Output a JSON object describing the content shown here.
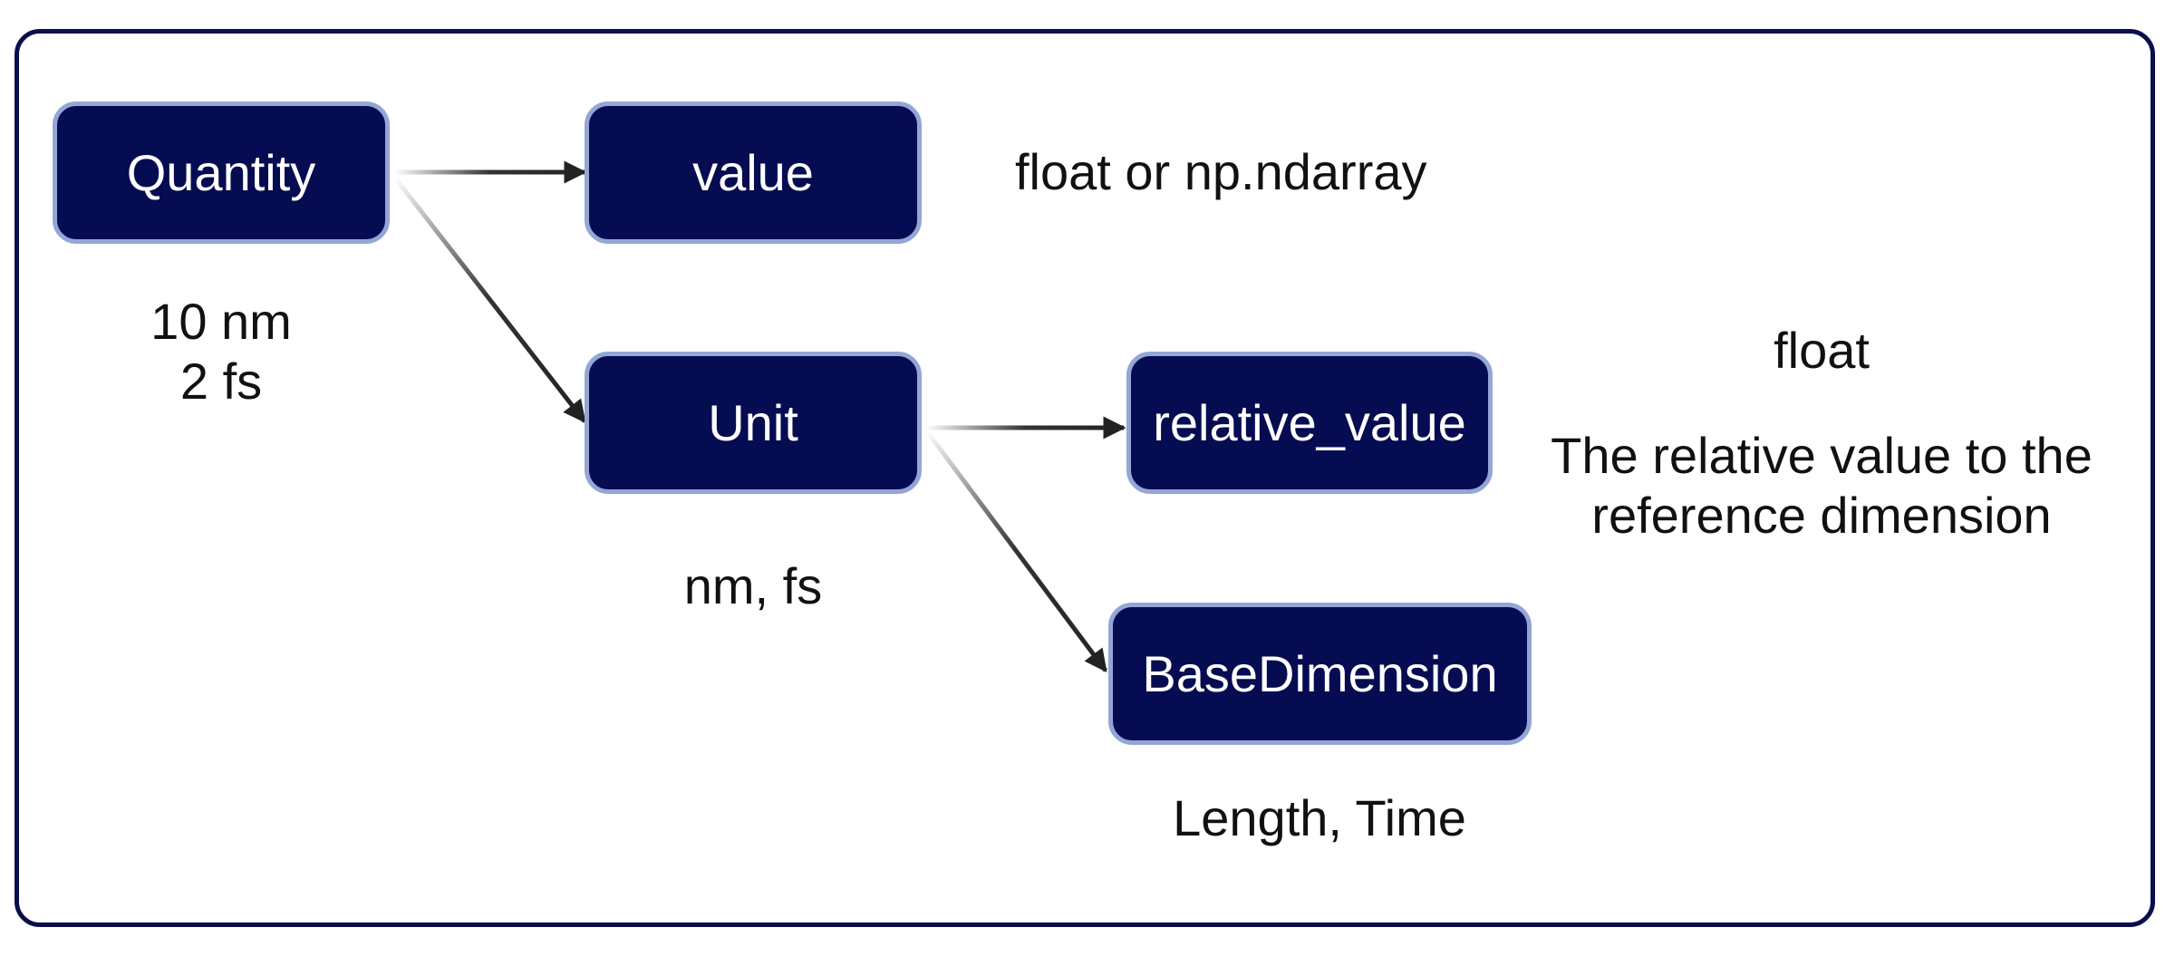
{
  "nodes": {
    "quantity": "Quantity",
    "value": "value",
    "unit": "Unit",
    "relative_value": "relative_value",
    "base_dimension": "BaseDimension"
  },
  "annotations": {
    "quantity_examples": [
      "10 nm",
      "2 fs"
    ],
    "value_type": "float or np.ndarray",
    "unit_examples": "nm, fs",
    "relative_value_type": "float",
    "relative_value_description": [
      "The relative value to the",
      "reference dimension"
    ],
    "base_dimension_examples": "Length, Time"
  },
  "colors": {
    "node_fill": "#060c52",
    "node_border": "#93a6d6",
    "frame_border": "#0a0f4a",
    "arrow": "#222222"
  }
}
